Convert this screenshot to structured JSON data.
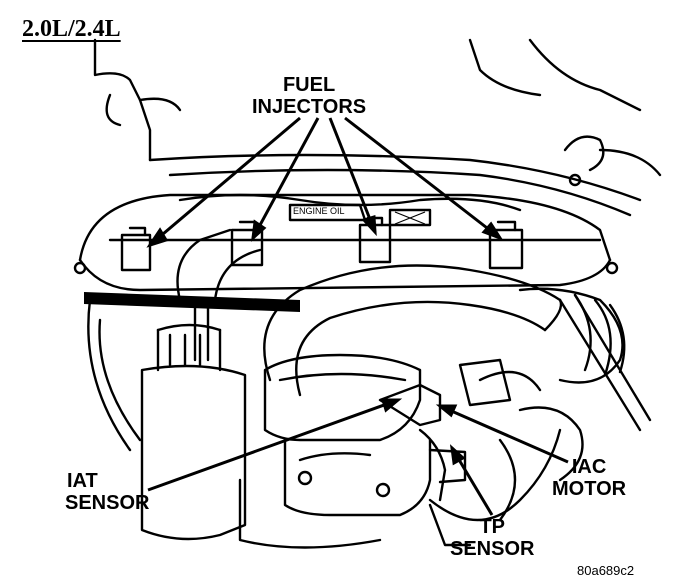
{
  "title": "2.0L/2.4L",
  "figure_code": "80a689c2",
  "labels": {
    "fuel_injectors": [
      "FUEL",
      "INJECTORS"
    ],
    "iat_sensor": [
      "IAT",
      "SENSOR"
    ],
    "iac_motor": [
      "IAC",
      "MOTOR"
    ],
    "tp_sensor": [
      "TP",
      "SENSOR"
    ],
    "engine_oil": "ENGINE OIL"
  }
}
